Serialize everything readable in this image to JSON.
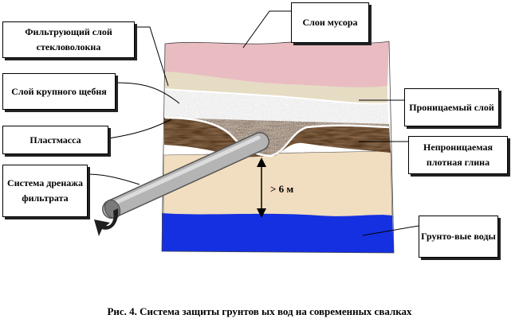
{
  "labels": {
    "waste_layers": "Слои мусора",
    "fiberglass_filter": "Фильтрующий слой стекловолокна",
    "coarse_gravel": "Слой крупного щебня",
    "plastic": "Пластмасса",
    "permeable_layer": "Проницаемый слой",
    "impermeable_clay": "Непроницаемая плотная глина",
    "drainage_system": "Система дренажа фильтрата",
    "groundwater": "Грунто-вые воды",
    "depth": "> 6 м"
  },
  "caption": "Рис. 4. Система защиты грунтов  ых вод на современных свалках",
  "colors": {
    "waste": "#e9bcc2",
    "permeable": "#e6dcc3",
    "gravel": "#c9c9c9",
    "clay": "#5a3a22",
    "soil": "#f1ddbf",
    "water": "#1530e0",
    "pipe": "#a9a9a9"
  }
}
